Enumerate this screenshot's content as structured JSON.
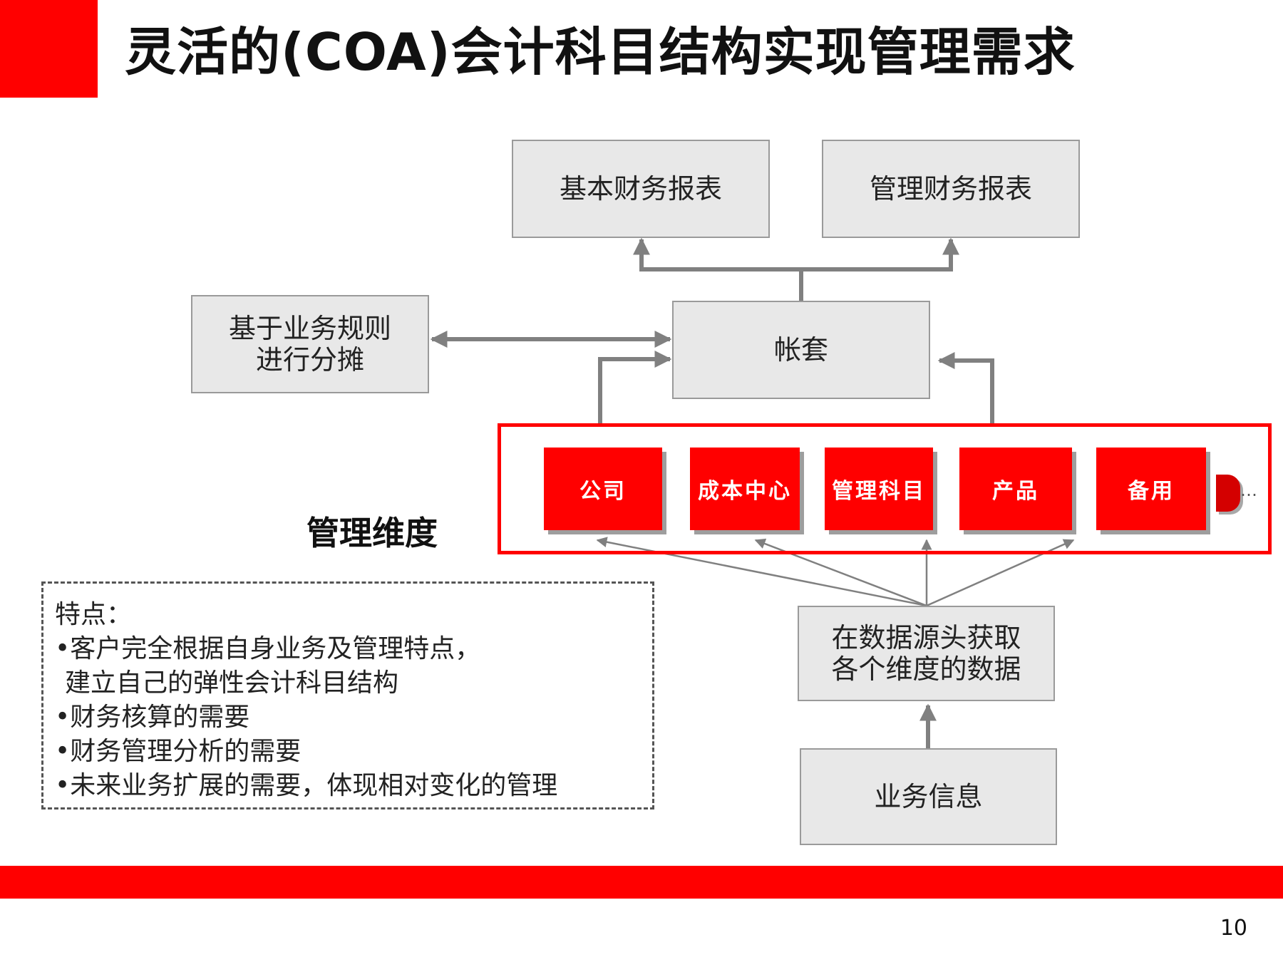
{
  "slide": {
    "title": "灵活的(COA)会计科目结构实现管理需求",
    "page_number": "10"
  },
  "boxes": {
    "basic_reports": "基本财务报表",
    "mgmt_reports": "管理财务报表",
    "allocation": "基于业务规则\n进行分摊",
    "ledger": "帐套",
    "source_data": "在数据源头获取\n各个维度的数据",
    "business_info": "业务信息"
  },
  "dimensions": {
    "label": "管理维度",
    "items": [
      "公司",
      "成本中心",
      "管理科目",
      "产品",
      "备用"
    ],
    "more": "…"
  },
  "features": {
    "heading": "特点：",
    "bullets": [
      "•客户完全根据自身业务及管理特点，",
      " 建立自己的弹性会计科目结构",
      "•财务核算的需要",
      "•财务管理分析的需要",
      "•未来业务扩展的需要，体现相对变化的管理"
    ]
  },
  "colors": {
    "accent": "#ff0000",
    "box_fill": "#e8e8e8",
    "connector": "#808080"
  }
}
